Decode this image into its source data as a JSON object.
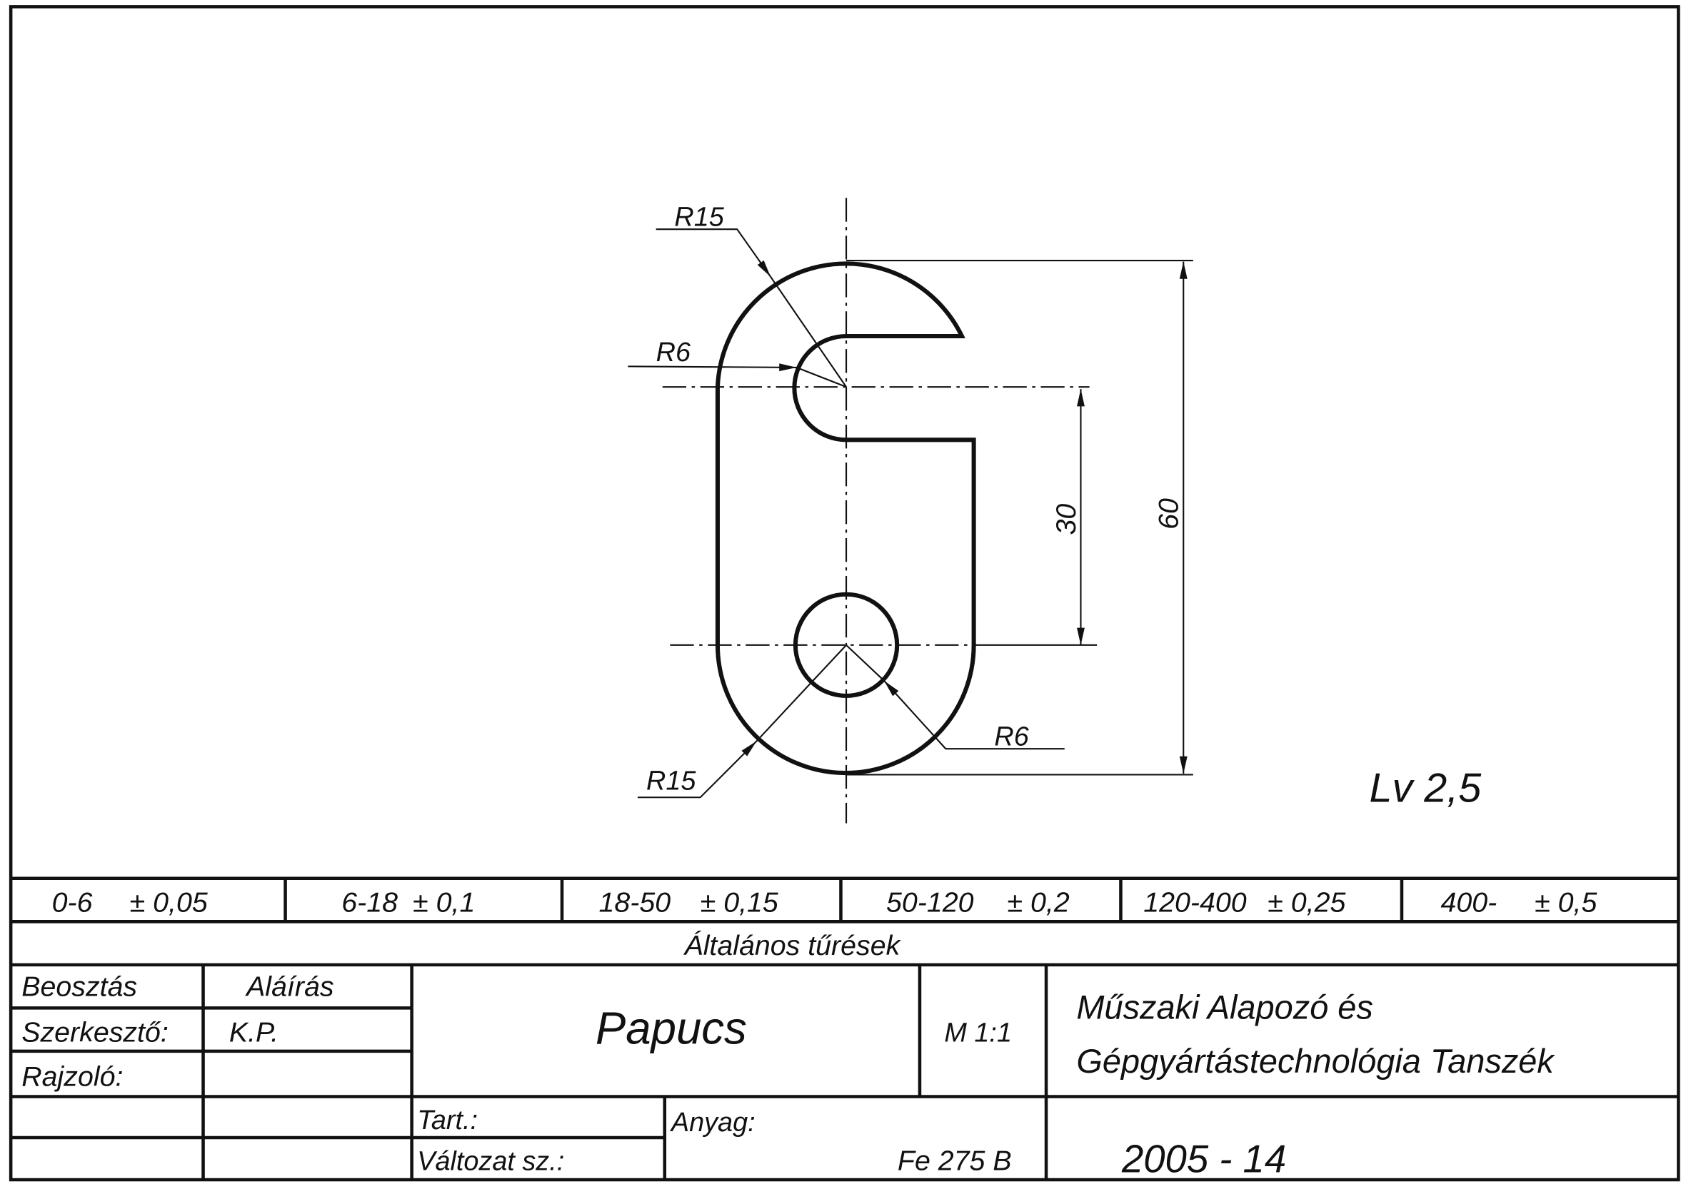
{
  "drawing": {
    "dimensions": {
      "r15_top": "R15",
      "r6_top": "R6",
      "r15_bottom": "R15",
      "r6_bottom": "R6",
      "center_distance": "30",
      "overall_length": "60"
    },
    "thickness_note": "Lv 2,5"
  },
  "tolerances": [
    {
      "range": "0-6",
      "value": "± 0,05"
    },
    {
      "range": "6-18",
      "value": "± 0,1"
    },
    {
      "range": "18-50",
      "value": "± 0,15"
    },
    {
      "range": "50-120",
      "value": "± 0,2"
    },
    {
      "range": "120-400",
      "value": "± 0,25"
    },
    {
      "range": "400-",
      "value": "± 0,5"
    }
  ],
  "tolerances_title": "Általános tűrések",
  "title_block": {
    "role_header": "Beosztás",
    "signature_header": "Aláírás",
    "designer_label": "Szerkesztő:",
    "designer_value": "K.P.",
    "drafter_label": "Rajzoló:",
    "part_name": "Papucs",
    "scale": "M 1:1",
    "department_line1": "Műszaki Alapozó és",
    "department_line2": "Gépgyártástechnológia Tanszék",
    "tart_label": "Tart.:",
    "version_label": "Változat sz.:",
    "material_label": "Anyag:",
    "material_value": "Fe 275 B",
    "drawing_number": "2005 - 14"
  }
}
